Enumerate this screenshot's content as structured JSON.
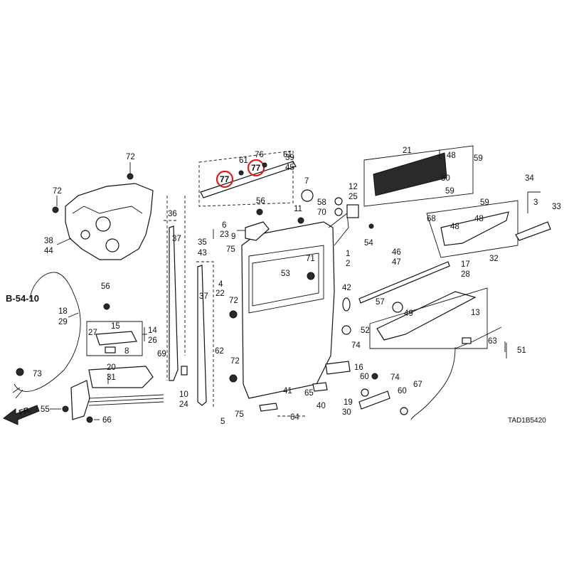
{
  "diagram": {
    "code": "TAD1B5420",
    "ref_label": "B-54-10",
    "fr_label": "FR.",
    "highlighted_callouts": [
      "77",
      "77"
    ],
    "callouts": {
      "c72a": "72",
      "c72b": "72",
      "c38": "38",
      "c44": "44",
      "c36": "36",
      "c37a": "37",
      "c10": "10",
      "c24": "24",
      "c35": "35",
      "c43": "43",
      "c37b": "37",
      "c4": "4",
      "c22": "22",
      "c62": "62",
      "c5": "5",
      "c75a": "75",
      "c75b": "75",
      "c6": "6",
      "c23": "23",
      "c9": "9",
      "c56a": "56",
      "c53": "53",
      "c72c": "72",
      "c72d": "72",
      "c39": "39",
      "c45": "45",
      "c61a": "61",
      "c76": "76",
      "c61b": "61",
      "c77a": "77",
      "c77b": "77",
      "c7": "7",
      "c11": "11",
      "c58": "58",
      "c70": "70",
      "c12": "12",
      "c25": "25",
      "c54": "54",
      "c71": "71",
      "c1": "1",
      "c2": "2",
      "c42": "42",
      "c52": "52",
      "c74a": "74",
      "c16": "16",
      "c41": "41",
      "c65": "65",
      "c40": "40",
      "c64": "64",
      "c60a": "60",
      "c74b": "74",
      "c19": "19",
      "c30": "30",
      "c60b": "60",
      "c67": "67",
      "c21": "21",
      "c48a": "48",
      "c59a": "59",
      "c50": "50",
      "c59b": "59",
      "c34": "34",
      "c3": "3",
      "c33": "33",
      "c59c": "59",
      "c68": "68",
      "c48b": "48",
      "c48c": "48",
      "c32": "32",
      "c46": "46",
      "c47": "47",
      "c17": "17",
      "c28": "28",
      "c57": "57",
      "c49": "49",
      "c13": "13",
      "c63": "63",
      "c51": "51",
      "c56b": "56",
      "c18": "18",
      "c29": "29",
      "c27": "27",
      "c15": "15",
      "c14": "14",
      "c26": "26",
      "c8": "8",
      "c69": "69",
      "c73": "73",
      "c20": "20",
      "c31": "31",
      "c55": "55",
      "c66": "66"
    }
  }
}
